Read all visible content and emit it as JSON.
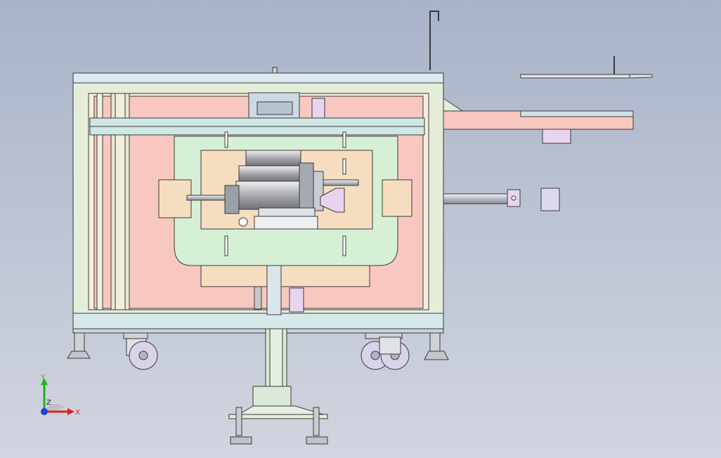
{
  "viewport": {
    "background_top": "#a9b3c8",
    "background_bottom": "#d1d5df"
  },
  "colors": {
    "frame": "#e3edd8",
    "frame_edge": "#4a4a4a",
    "panel_pink": "#f8c8c0",
    "panel_peach": "#f7ddc0",
    "plate_green": "#d6f0d6",
    "plate_blue": "#d3e3f0",
    "lilac": "#e9d4f0",
    "steel": "#c9ccd3",
    "wheel": "#d9d3e8",
    "dark": "#3a3a3a"
  },
  "triad": {
    "x_label": "X",
    "y_label": "Y",
    "z_label": "Z",
    "x_color": "#e02020",
    "y_color": "#20b020",
    "z_color": "#2040e0"
  }
}
